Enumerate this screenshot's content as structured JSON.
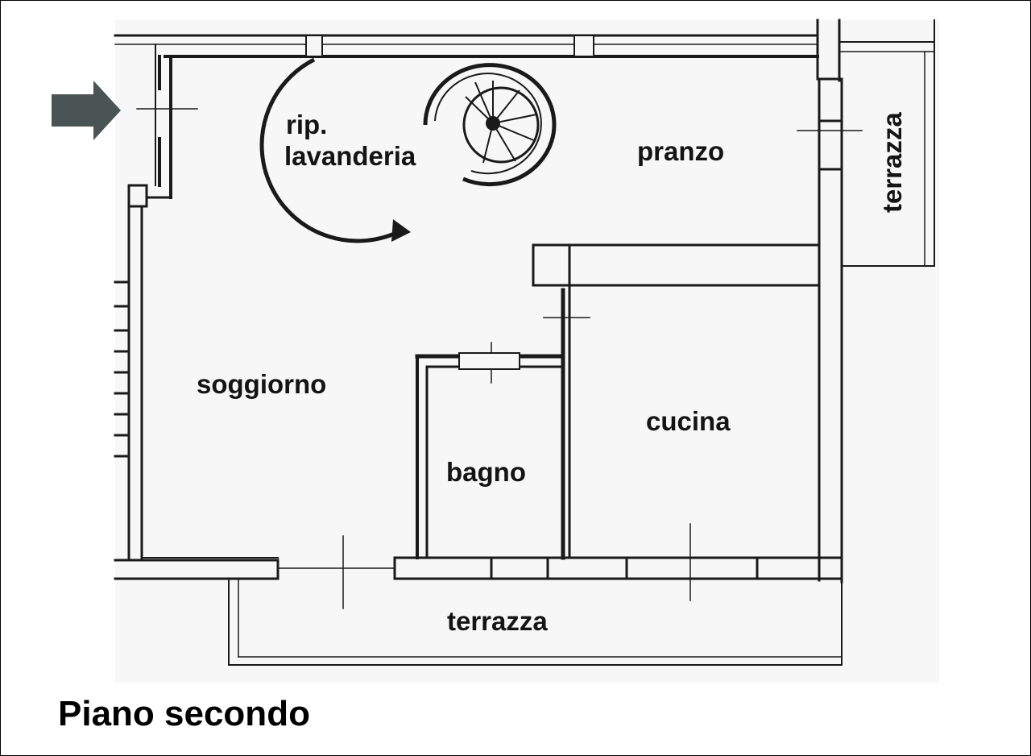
{
  "plan": {
    "title": "Piano secondo",
    "rooms": {
      "rip": "rip.",
      "lavanderia": "lavanderia",
      "pranzo": "pranzo",
      "terrazza_right": "terrazza",
      "soggiorno": "soggiorno",
      "cucina": "cucina",
      "bagno": "bagno",
      "terrazza_bottom": "terrazza"
    },
    "icons": {
      "entrance": "arrow-right-icon",
      "stair": "spiral-staircase-icon"
    },
    "colors": {
      "wall": "#1a1a1a",
      "arrow": "#4a5455",
      "background": "#f6f7f6"
    }
  }
}
